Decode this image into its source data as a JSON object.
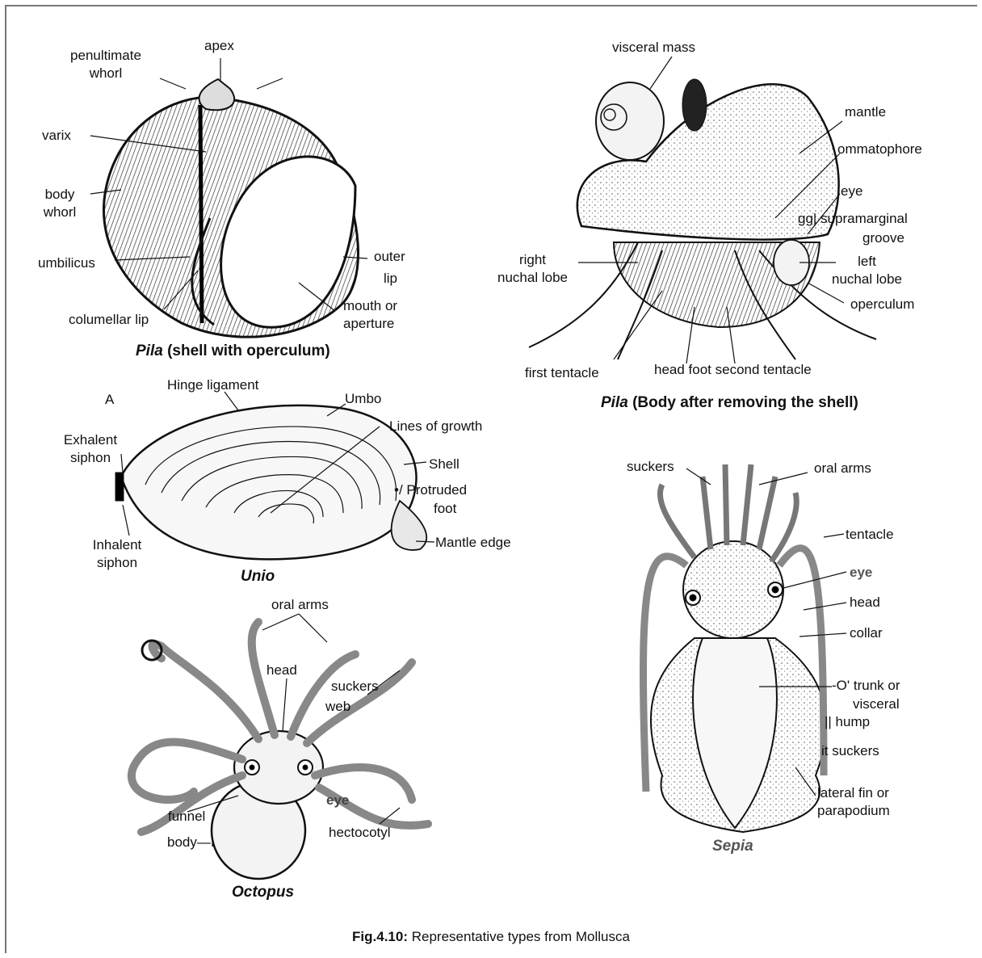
{
  "figure": {
    "number": "Fig.4.10:",
    "caption": "Representative types from Mollusca"
  },
  "pila_shell": {
    "caption_name": "Pila",
    "caption_rest": " (shell with operculum)",
    "labels": {
      "apex": "apex",
      "penultimate_whorl": "penultimate\nwhorl",
      "varix": "varix",
      "body_whorl": "body\nwhorl",
      "umbilicus": "umbilicus",
      "columellar_lip": "columellar lip",
      "outer_lip_1": "outer",
      "outer_lip_2": "lip",
      "mouth": "mouth   or\naperture"
    }
  },
  "pila_body": {
    "caption_name": "Pila",
    "caption_rest": " (Body after removing the shell)",
    "labels": {
      "visceral_mass": "visceral mass",
      "mantle": "mantle",
      "ommatophore": "ommatophore",
      "eye": "eye",
      "supramarginal": "gg| supramarginal",
      "groove": "groove",
      "right_nuchal": "right\nnuchal lobe",
      "left_nuchal": "left\nnuchal lobe",
      "operculum": "operculum",
      "first_tentacle": "first tentacle",
      "head_foot": "head foot second tentacle"
    }
  },
  "unio": {
    "caption": "Unio",
    "labels": {
      "a": "A",
      "hinge": "Hinge ligament",
      "umbo": "Umbo",
      "growth": "Lines of growth",
      "exhalent": "Exhalent\nsiphon",
      "shell": "Shell",
      "protruded": "•/ Protruded",
      "foot": "foot",
      "inhalent": "Inhalent\nsiphon",
      "mantle_edge": "Mantle edge"
    }
  },
  "octopus": {
    "caption": "Octopus",
    "labels": {
      "oral_arms": "oral arms",
      "head": "head",
      "suckers": "suckers",
      "web": "web",
      "funnel": "funnel",
      "eye": "eye",
      "hectocotyl": "hectocotyl",
      "body": "body—I"
    }
  },
  "sepia": {
    "caption": "Sepia",
    "labels": {
      "suckers_top": "suckers",
      "oral_arms": "oral arms",
      "tentacle": "tentacle",
      "eye": "eye",
      "head": "head",
      "collar": "collar",
      "trunk_1": "-O' trunk or",
      "trunk_2": "visceral",
      "trunk_3": "|| hump",
      "suckers_low": "it suckers",
      "fin_1": "lateral  fin  or",
      "fin_2": "parapodium"
    }
  }
}
